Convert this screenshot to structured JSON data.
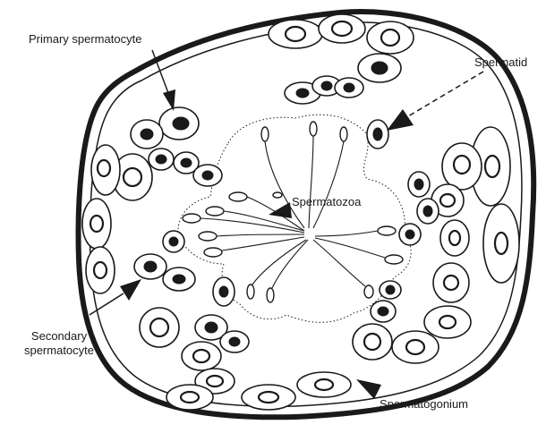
{
  "labels": {
    "primary_spermatocyte": "Primary spermatocyte",
    "spermatid": "Spermatid",
    "spermatozoa": "Spermatozoa",
    "secondary_spermatocyte_line1": "Secondary",
    "secondary_spermatocyte_line2": "spermatocyte",
    "spermatogonium": "Spermatogonium"
  },
  "colors": {
    "ink": "#1a1a1a",
    "background": "#ffffff"
  }
}
